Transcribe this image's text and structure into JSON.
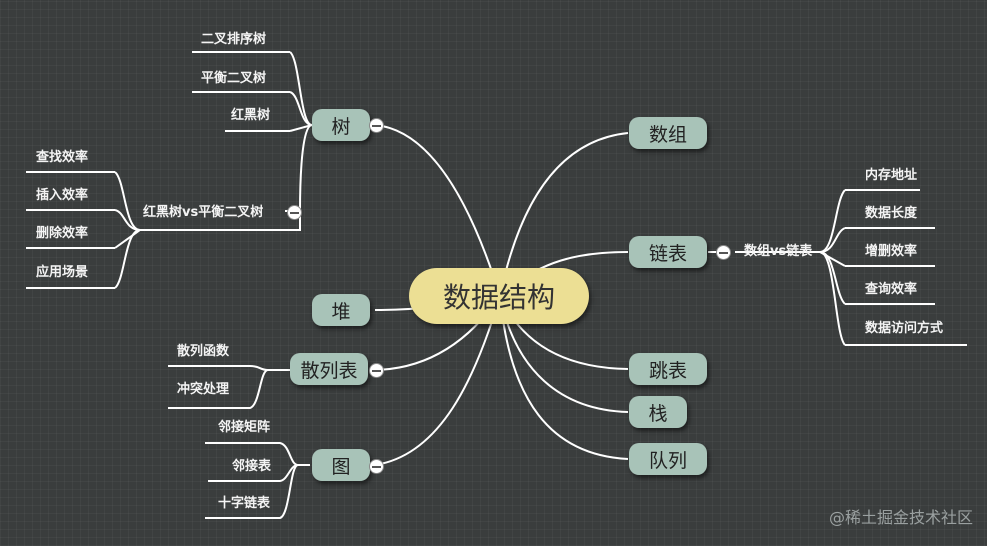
{
  "center": "数据结构",
  "right": {
    "array": "数组",
    "linked_list": "链表",
    "linked_list_child": "数组vs链表",
    "compare_items": [
      "内存地址",
      "数据长度",
      "增删效率",
      "查询效率",
      "数据访问方式"
    ],
    "skip_list": "跳表",
    "stack": "栈",
    "queue": "队列"
  },
  "left": {
    "tree": "树",
    "tree_items": [
      "二叉排序树",
      "平衡二叉树",
      "红黑树"
    ],
    "tree_compare": "红黑树vs平衡二叉树",
    "tree_compare_items": [
      "查找效率",
      "插入效率",
      "删除效率",
      "应用场景"
    ],
    "heap": "堆",
    "hash_table": "散列表",
    "hash_items": [
      "散列函数",
      "冲突处理"
    ],
    "graph": "图",
    "graph_items": [
      "邻接矩阵",
      "邻接表",
      "十字链表"
    ]
  },
  "watermark": "@稀土掘金技术社区"
}
